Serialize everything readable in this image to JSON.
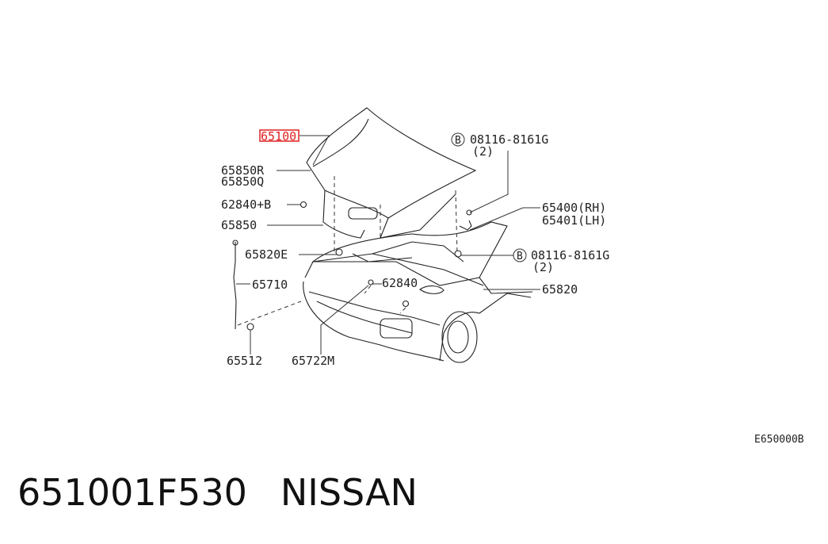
{
  "labels": {
    "hood": "65100",
    "hinge_r": "65850R",
    "hinge_q": "65850Q",
    "clip_b": "62840+B",
    "seal": "65850",
    "stay_e": "65820E",
    "rod": "65710",
    "grommet": "65512",
    "cable": "65722M",
    "clip": "62840",
    "lock": "65820",
    "bolt_upper": "08116-8161G",
    "bolt_upper_qty": "(2)",
    "hinge_rh": "65400(RH)",
    "hinge_lh": "65401(LH)",
    "bolt_lower": "08116-8161G",
    "bolt_lower_qty": "(2)",
    "bolt_marker": "B"
  },
  "diagram_code": "E650000B",
  "highlight_color": "#e02020",
  "footer": {
    "part_number": "651001F530",
    "brand": "NISSAN"
  }
}
